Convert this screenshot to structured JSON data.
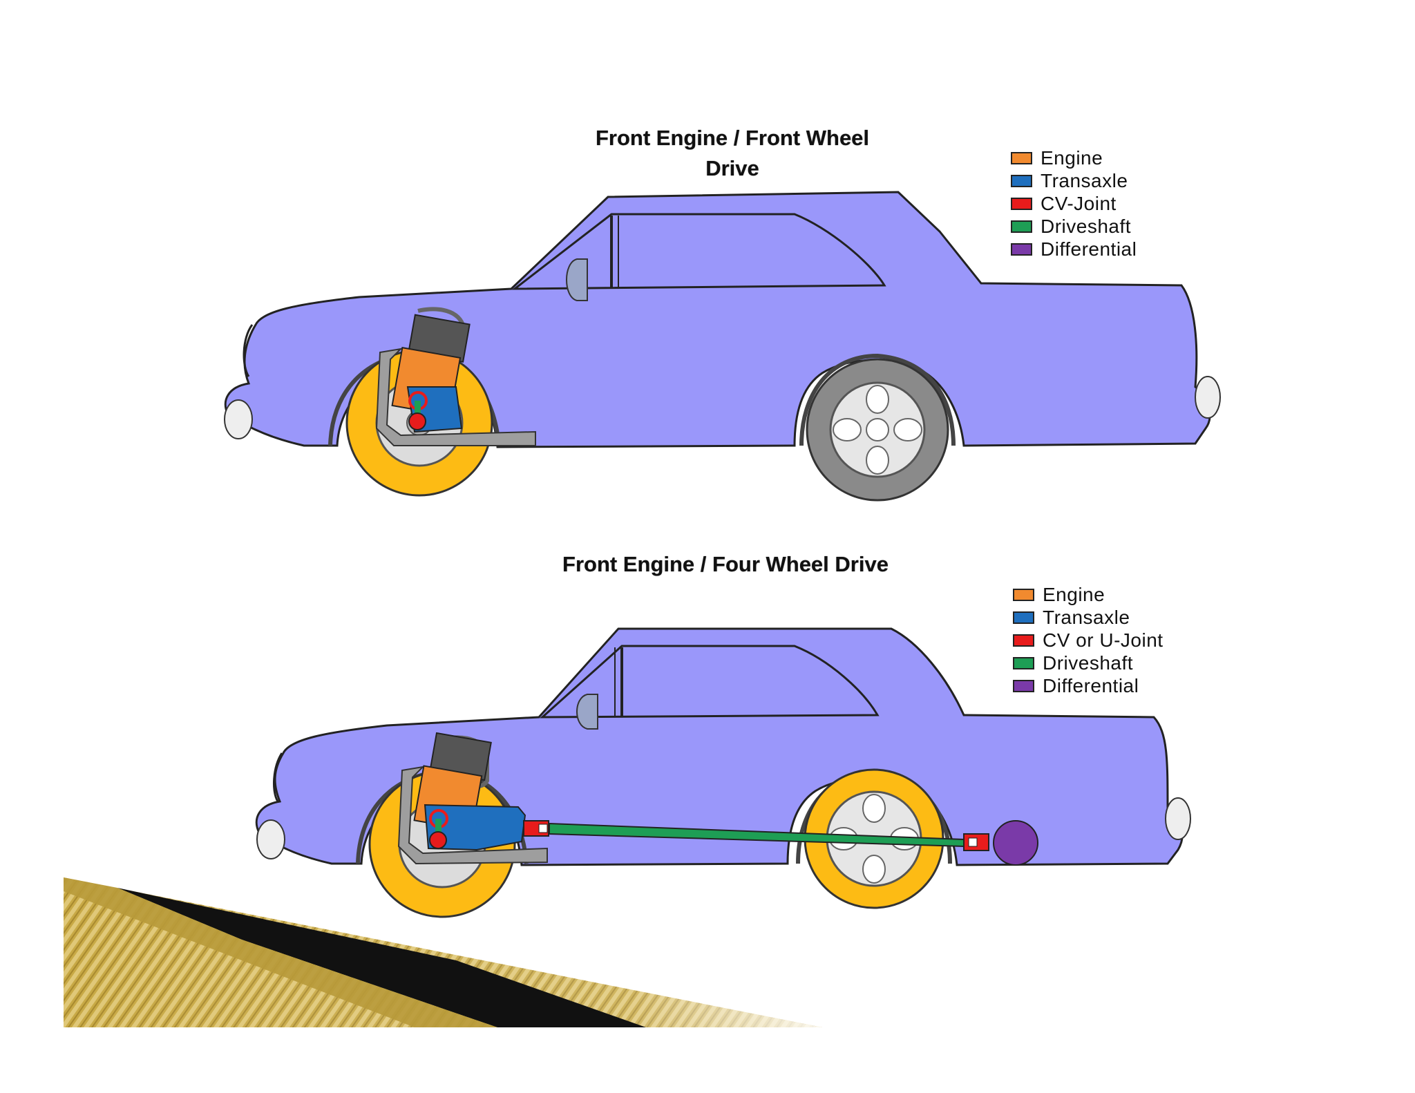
{
  "diagrams": [
    {
      "title": "Front Engine / Front Wheel Drive",
      "legend": [
        {
          "label": "Engine",
          "color": "#f18a2f"
        },
        {
          "label": "Transaxle",
          "color": "#1f6fbe"
        },
        {
          "label": "CV-Joint",
          "color": "#e81c1c"
        },
        {
          "label": "Driveshaft",
          "color": "#1e9e55"
        },
        {
          "label": "Differential",
          "color": "#7a3aa8"
        }
      ]
    },
    {
      "title": "Front Engine / Four Wheel Drive",
      "legend": [
        {
          "label": "Engine",
          "color": "#f18a2f"
        },
        {
          "label": "Transaxle",
          "color": "#1f6fbe"
        },
        {
          "label": "CV or U-Joint",
          "color": "#e81c1c"
        },
        {
          "label": "Driveshaft",
          "color": "#1e9e55"
        },
        {
          "label": "Differential",
          "color": "#7a3aa8"
        }
      ]
    }
  ],
  "colors": {
    "body": "#9a97fa",
    "tire_drive": "#fdbb14",
    "tire_idle": "#8a8a8a",
    "engine": "#f18a2f",
    "transaxle": "#1f6fbe",
    "joint": "#e81c1c",
    "driveshaft": "#1e9e55",
    "differential": "#7a3aa8",
    "accent_gold": "#c8a945"
  }
}
